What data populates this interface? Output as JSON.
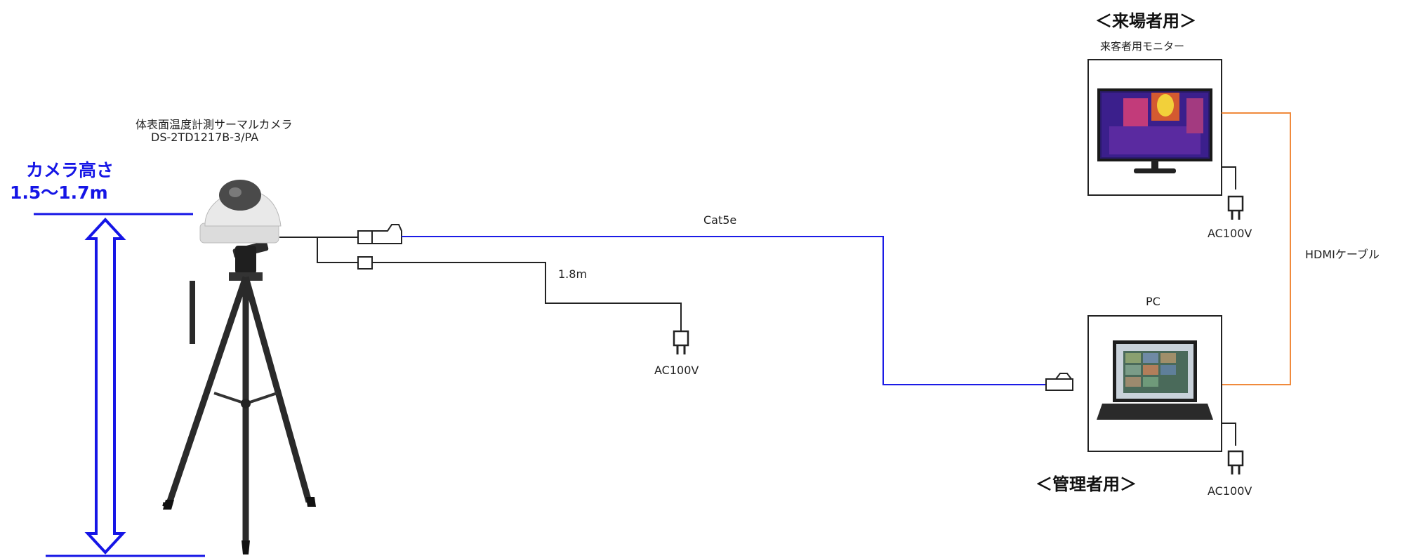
{
  "camera": {
    "title": "体表面温度計測サーマルカメラ",
    "model": "DS-2TD1217B-3/PA"
  },
  "height": {
    "label_line1": "カメラ高さ",
    "label_line2": "1.5〜1.7m"
  },
  "cables": {
    "lan": "Cat5e",
    "power_length": "1.8m",
    "hdmi": "HDMIケーブル"
  },
  "power": {
    "camera": "AC100V",
    "monitor": "AC100V",
    "pc": "AC100V"
  },
  "visitor": {
    "heading": "＜来場者用＞",
    "monitor_label": "来客者用モニター"
  },
  "admin": {
    "pc_label": "PC",
    "heading": "＜管理者用＞"
  },
  "colors": {
    "lan_cable": "#1b1be6",
    "hdmi_cable": "#f08a3c",
    "height_arrow": "#1515e6",
    "line": "#222222"
  }
}
